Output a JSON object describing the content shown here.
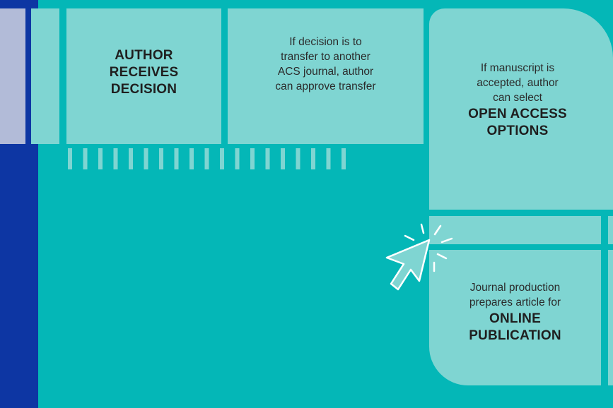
{
  "steps": {
    "author_decision": {
      "title": "AUTHOR RECEIVES DECISION"
    },
    "transfer": {
      "line1": "If decision is to",
      "line2": "transfer to another",
      "line3": "ACS journal, author",
      "line4": "can approve transfer"
    },
    "open_access": {
      "line1": "If manuscript is",
      "line2": "accepted, author",
      "line3": "can select",
      "title1": "OPEN ACCESS",
      "title2": "OPTIONS"
    },
    "production": {
      "line1": "Journal production",
      "line2": "prepares article for",
      "title1": "ONLINE",
      "title2": "PUBLICATION"
    }
  },
  "colors": {
    "background": "#04b7b7",
    "box": "#7fd5d2",
    "navy": "#0d36a3",
    "lavender": "#b2bbd8"
  },
  "icons": [
    "cursor-arrow-icon"
  ]
}
